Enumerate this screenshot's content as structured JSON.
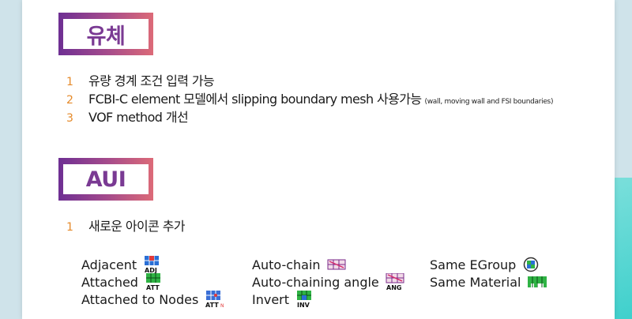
{
  "sections": {
    "fluid": {
      "title": "유체",
      "items": [
        {
          "num": "1",
          "text": "유량 경계 조건 입력 가능",
          "note": ""
        },
        {
          "num": "2",
          "text": "FCBI-C element 모델에서 slipping boundary mesh 사용가능",
          "note": "(wall, moving wall and FSI boundaries)"
        },
        {
          "num": "3",
          "text": "VOF method 개선",
          "note": ""
        }
      ]
    },
    "aui": {
      "title": "AUI",
      "items": [
        {
          "num": "1",
          "text": "새로운 아이콘 추가"
        }
      ]
    }
  },
  "icons": {
    "col1": [
      {
        "label": "Adjacent",
        "icon": "adjacent-icon",
        "sub": "ADJ"
      },
      {
        "label": "Attached",
        "icon": "attached-icon",
        "sub": "ATT"
      },
      {
        "label": "Attached to Nodes",
        "icon": "attached-to-nodes-icon",
        "sub": "ATT"
      }
    ],
    "col2": [
      {
        "label": "Auto-chain",
        "icon": "auto-chain-icon",
        "sub": ""
      },
      {
        "label": "Auto-chaining angle",
        "icon": "auto-chaining-angle-icon",
        "sub": "ANG"
      },
      {
        "label": "Invert",
        "icon": "invert-icon",
        "sub": "INV"
      }
    ],
    "col3": [
      {
        "label": "Same EGroup",
        "icon": "same-egroup-icon",
        "sub": ""
      },
      {
        "label": "Same Material",
        "icon": "same-material-icon",
        "sub": ""
      }
    ]
  },
  "colors": {
    "badge_start": "#6e2f93",
    "badge_end": "#dc6a78",
    "badge_text": "#7a3a93",
    "number": "#e58a2a",
    "teal": "#3fd0cc"
  }
}
